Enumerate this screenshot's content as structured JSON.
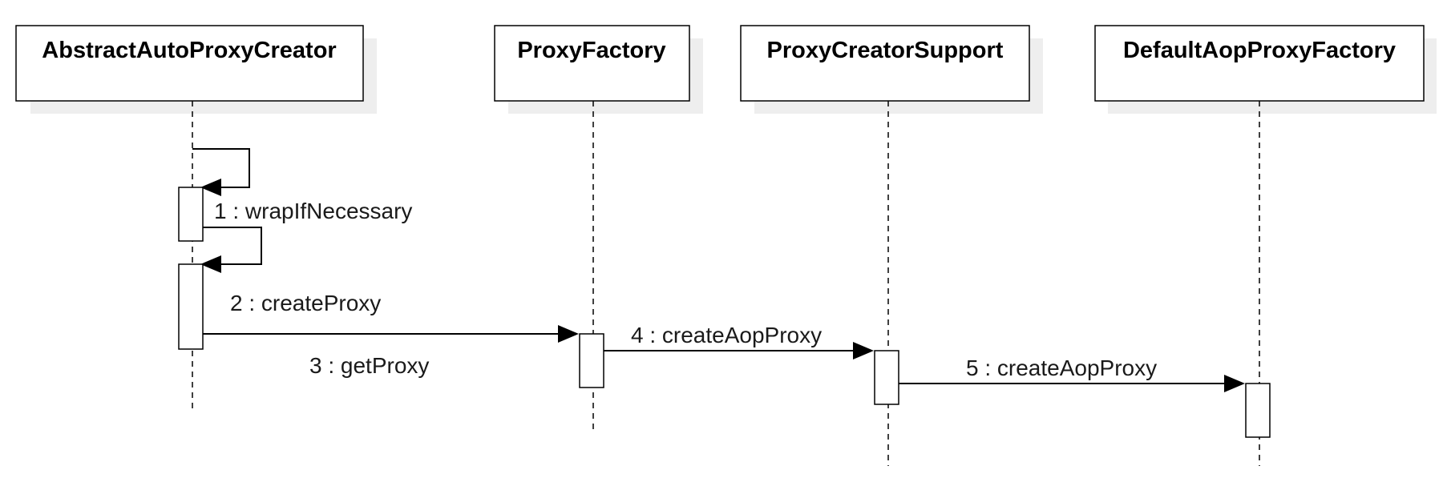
{
  "participants": [
    {
      "id": "aapc",
      "name": "AbstractAutoProxyCreator"
    },
    {
      "id": "pf",
      "name": "ProxyFactory"
    },
    {
      "id": "pcs",
      "name": "ProxyCreatorSupport"
    },
    {
      "id": "dapf",
      "name": "DefaultAopProxyFactory"
    }
  ],
  "messages": [
    {
      "label": "1 : wrapIfNecessary",
      "from": "aapc",
      "to": "aapc"
    },
    {
      "label": "2 : createProxy",
      "from": "aapc",
      "to": "aapc"
    },
    {
      "label": "3 : getProxy",
      "from": "aapc",
      "to": "pf"
    },
    {
      "label": "4 : createAopProxy",
      "from": "pf",
      "to": "pcs"
    },
    {
      "label": "5 : createAopProxy",
      "from": "pcs",
      "to": "dapf"
    }
  ]
}
